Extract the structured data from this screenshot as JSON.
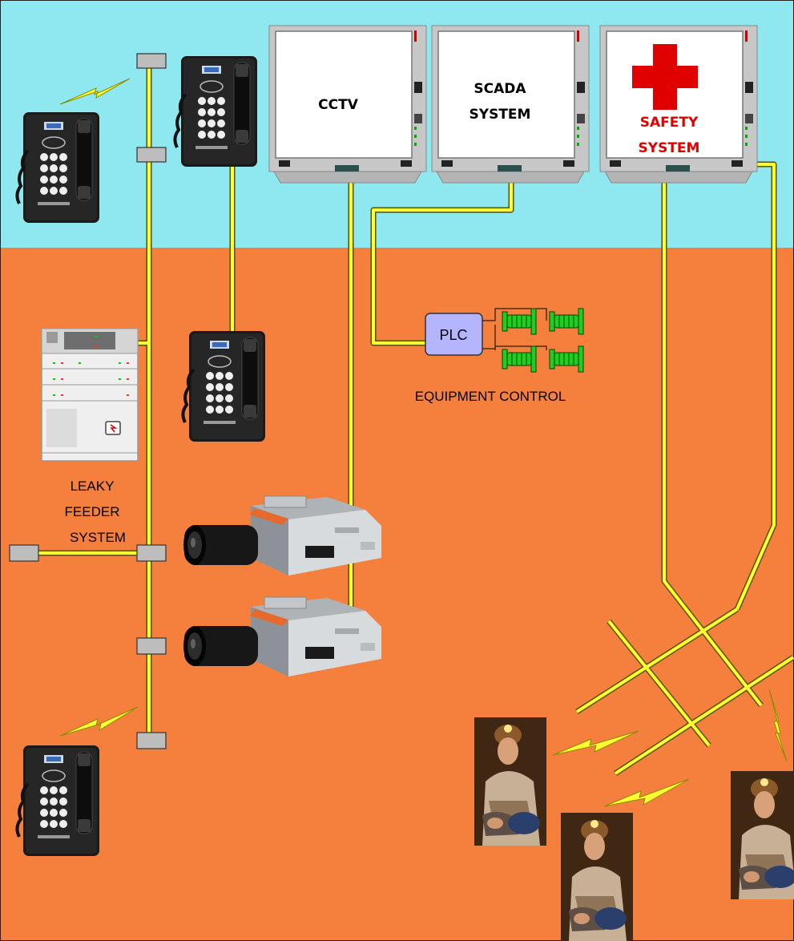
{
  "monitors": [
    {
      "id": "cctv",
      "line1": "CCTV",
      "line2": "",
      "text_color": "#000000",
      "has_cross": false
    },
    {
      "id": "scada",
      "line1": "SCADA",
      "line2": "SYSTEM",
      "text_color": "#000000",
      "has_cross": false
    },
    {
      "id": "safety",
      "line1": "SAFETY",
      "line2": "SYSTEM",
      "text_color": "#E00000",
      "has_cross": true
    }
  ],
  "plc_label": "PLC",
  "equipment_control_label": "EQUIPMENT CONTROL",
  "leaky_feeder_label": [
    "LEAKY",
    "FEEDER",
    "SYSTEM"
  ],
  "colors": {
    "sky": "#8FE8F0",
    "ground": "#F5803E",
    "cable": "#FFFF33",
    "cable_edge": "#555500",
    "repeater": "#BDBDBD",
    "plc": "#B4B4FF",
    "motor": "#22CC22",
    "wireless_bolt": "#FFFF33",
    "cross": "#E00000"
  },
  "icons": {
    "telephone": "industrial-telephone-icon",
    "camera": "cctv-camera-icon",
    "miner": "miner-photo-icon",
    "wireless": "lightning-bolt-icon",
    "motor": "motor-icon",
    "feeder_cabinet": "leaky-feeder-head-end-icon"
  }
}
